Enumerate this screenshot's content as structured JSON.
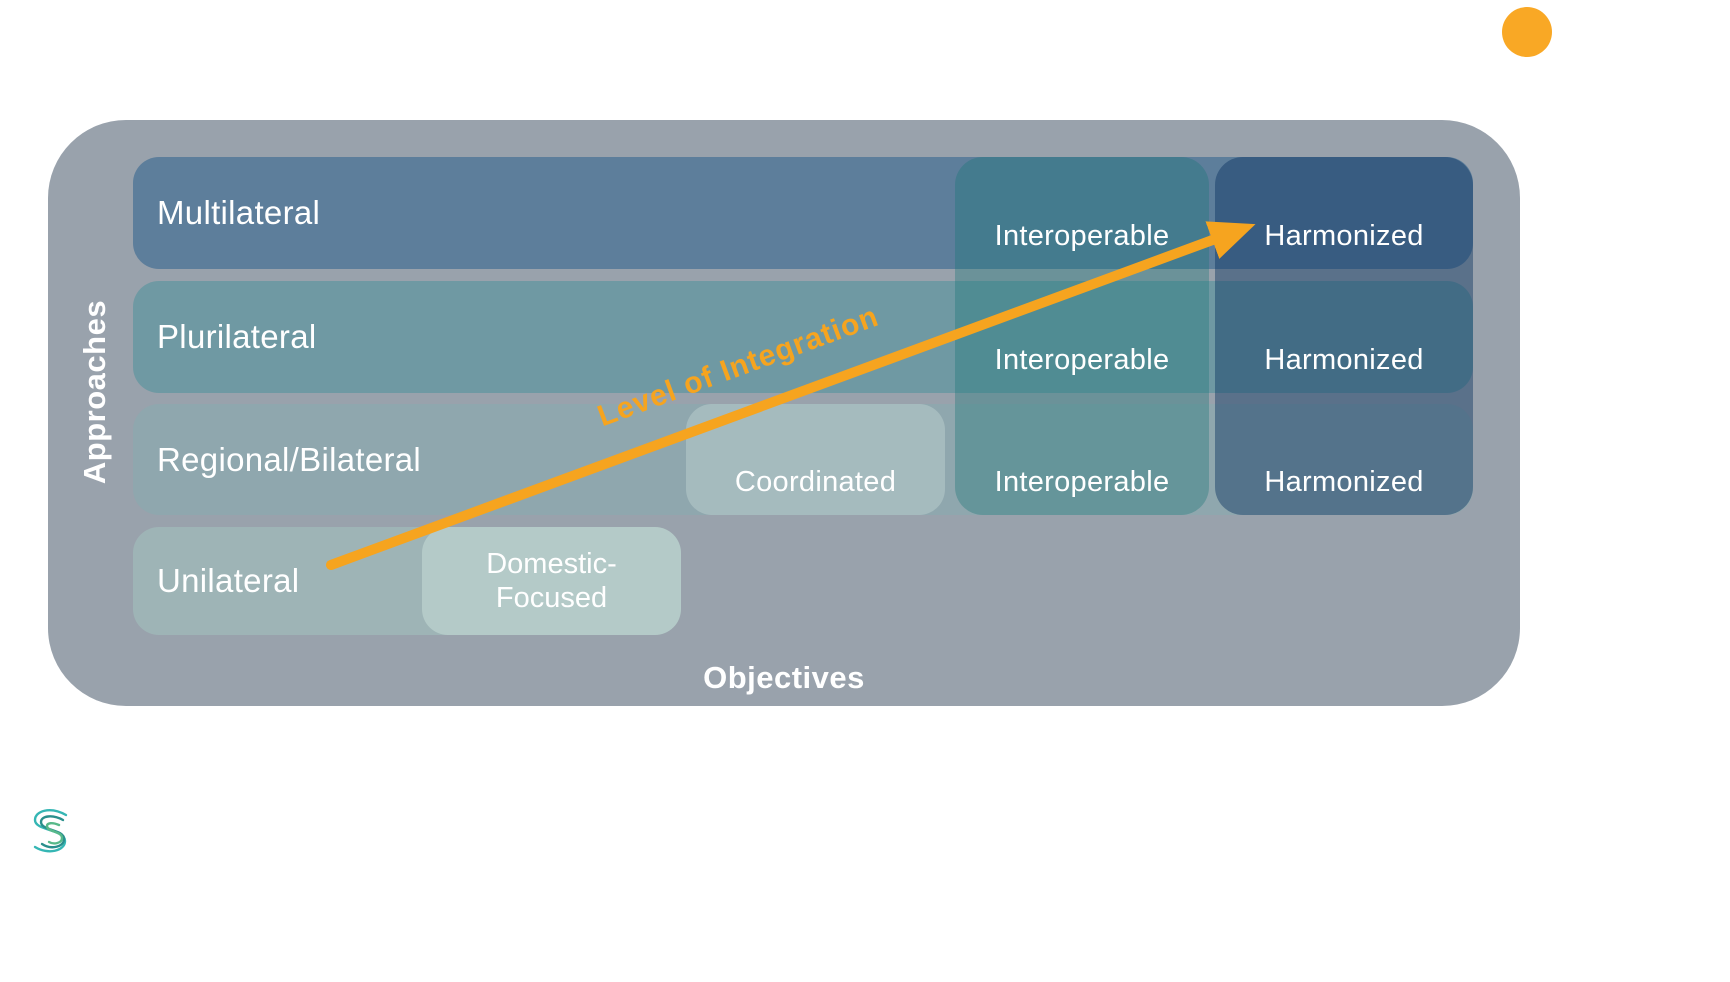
{
  "matrix": {
    "y_axis_label": "Approaches",
    "x_axis_label": "Objectives",
    "rows": [
      {
        "label": "Multilateral"
      },
      {
        "label": "Plurilateral"
      },
      {
        "label": "Regional/Bilateral"
      },
      {
        "label": "Unilateral"
      }
    ],
    "objectives": {
      "domestic_focused": "Domestic-Focused",
      "coordinated": "Coordinated",
      "interoperable": "Interoperable",
      "harmonized": "Harmonized"
    },
    "arrow_label": "Level of Integration"
  },
  "colors": {
    "panel_gray": "#99a2ac",
    "row_multilateral": "#5d7e9b",
    "row_plurilateral": "#6f99a3",
    "row_regional_bilateral": "#8fa7ae",
    "row_unilateral": "#9eb4b6",
    "interoperable_overlay_rgba": "rgba(23,118,118,0.35)",
    "harmonized_overlay_rgba": "rgba(9,50,95,0.44)",
    "accent_orange": "#f6a41f",
    "accent_dot_orange": "#f9a825",
    "logo_teal": "#2a9d8f"
  },
  "icons": {
    "accent_dot": "orange-circle",
    "logo": "stylized-s-mark",
    "arrow": "up-right-arrow"
  }
}
